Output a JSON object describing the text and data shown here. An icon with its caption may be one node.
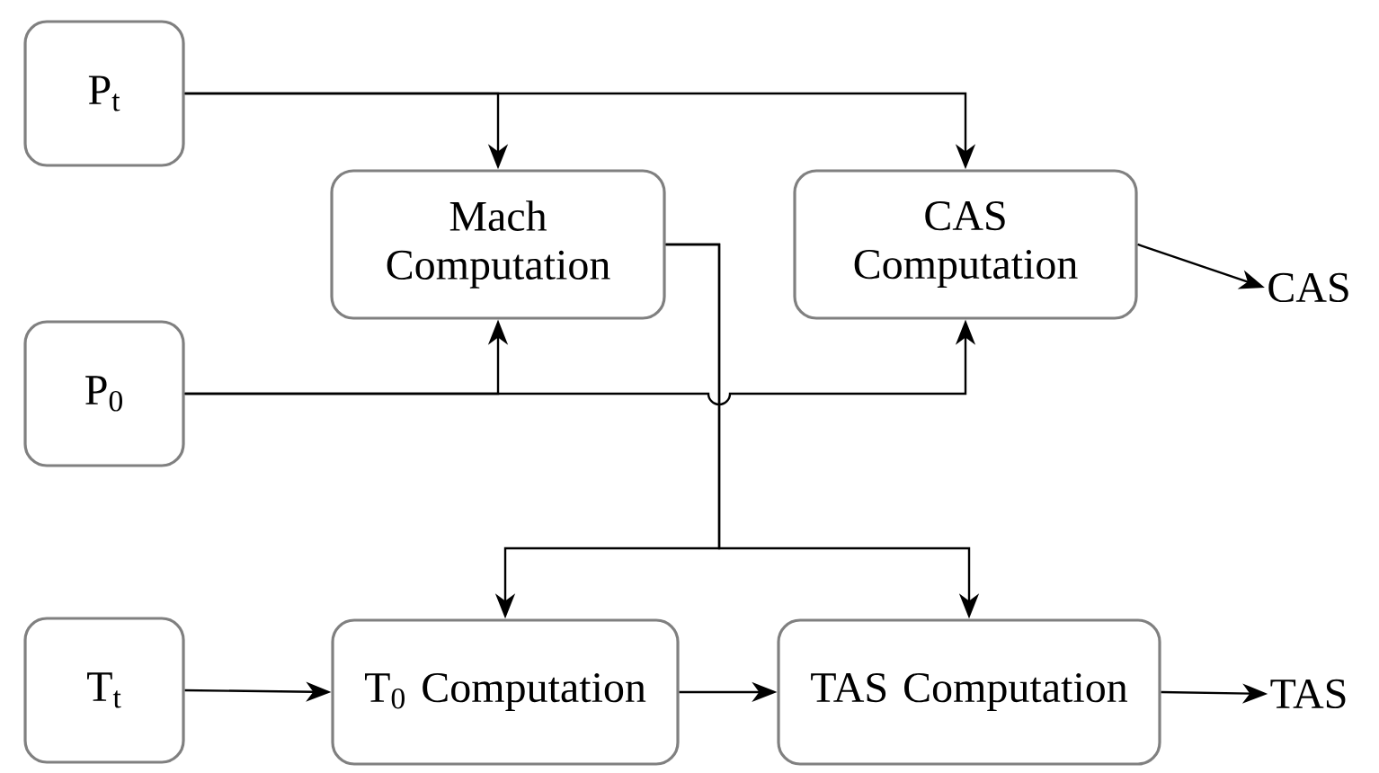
{
  "diagram": {
    "nodes": [
      {
        "text": [
          "P$_{t}$"
        ]
      },
      {
        "text": [
          "Mach Computation"
        ]
      },
      {
        "text": [
          "CAS Computation"
        ]
      },
      {
        "text": [
          "P$_{0}$"
        ]
      },
      {
        "text": [
          "CAS"
        ]
      },
      {
        "text": [
          "T$_{t}$"
        ]
      },
      {
        "text": [
          "T$_{0}$ Computation"
        ]
      },
      {
        "text": [
          "TAS Computation"
        ]
      },
      {
        "text": [
          "TAS"
        ]
      }
    ],
    "edges": [
      {
        "from": 0,
        "to": 1,
        "arrow": "to"
      },
      {
        "from": 0,
        "to": 2,
        "arrow": "to"
      },
      {
        "from": 3,
        "to": 1,
        "arrow": "to"
      },
      {
        "from": 3,
        "to": 2,
        "arrow": "to"
      },
      {
        "from": 1,
        "to": 6,
        "arrow": "to"
      },
      {
        "from": 1,
        "to": 7,
        "arrow": "to"
      },
      {
        "from": 2,
        "to": 4,
        "arrow": "to"
      },
      {
        "from": 5,
        "to": 6,
        "arrow": "to"
      },
      {
        "from": 6,
        "to": 7,
        "arrow": "to"
      },
      {
        "from": 7,
        "to": 8,
        "arrow": "to"
      }
    ]
  }
}
